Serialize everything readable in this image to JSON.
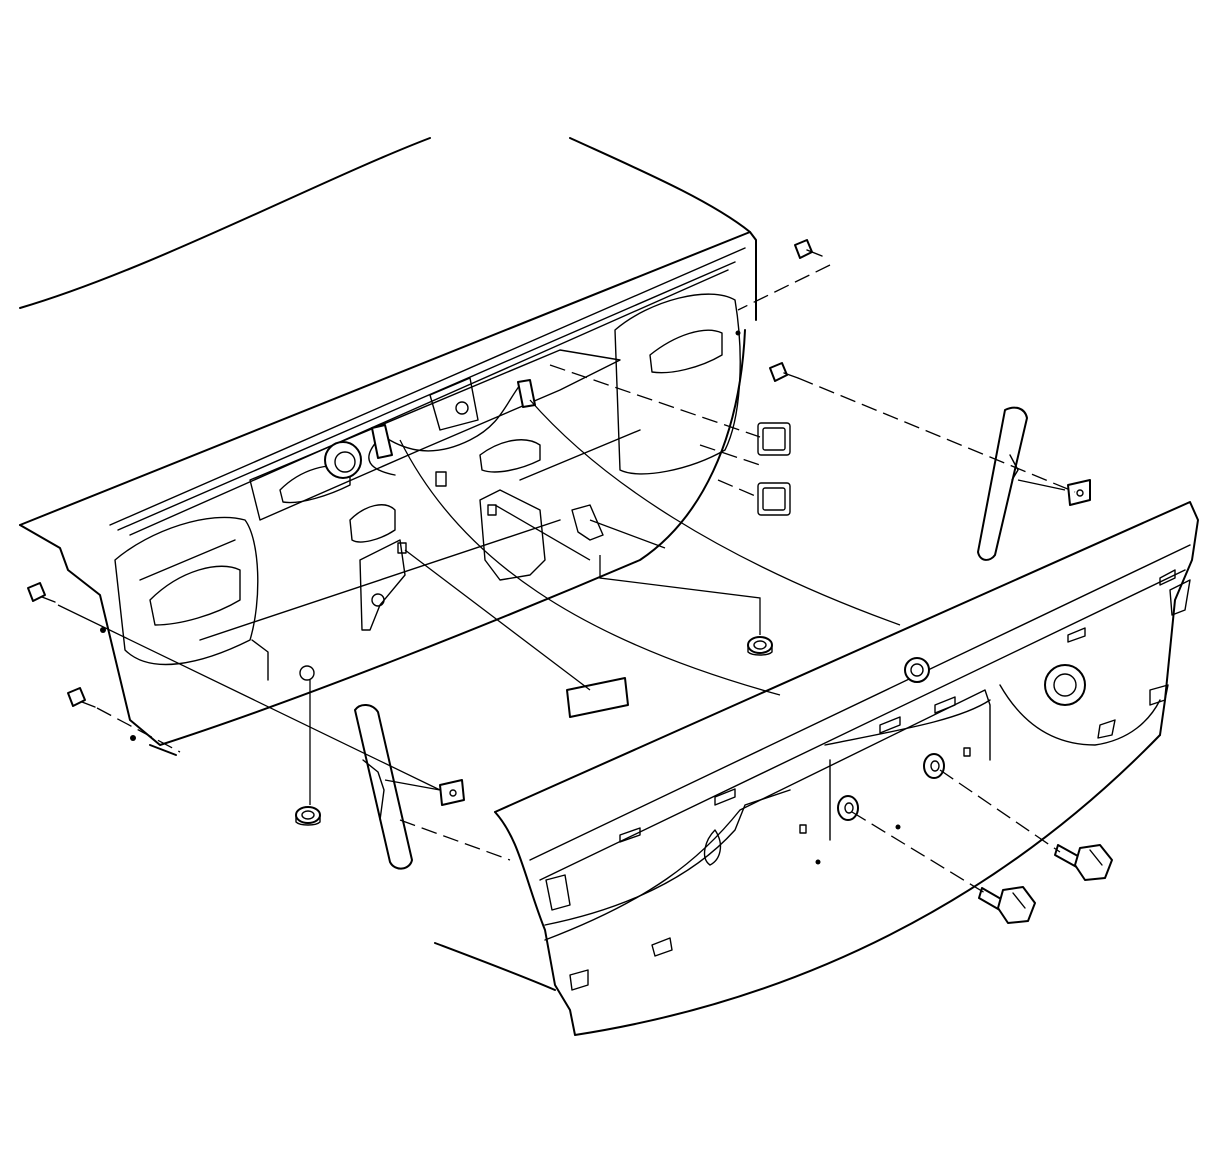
{
  "diagram": {
    "labels": []
  },
  "colors": {
    "line": "#000000",
    "background": "#ffffff"
  },
  "icons": [
    "trunk-lid-inner-panel",
    "rear-fascia-panel",
    "energy-absorber",
    "push-pin-retainer",
    "bolt",
    "nut",
    "insulator-pad",
    "u-nut"
  ]
}
